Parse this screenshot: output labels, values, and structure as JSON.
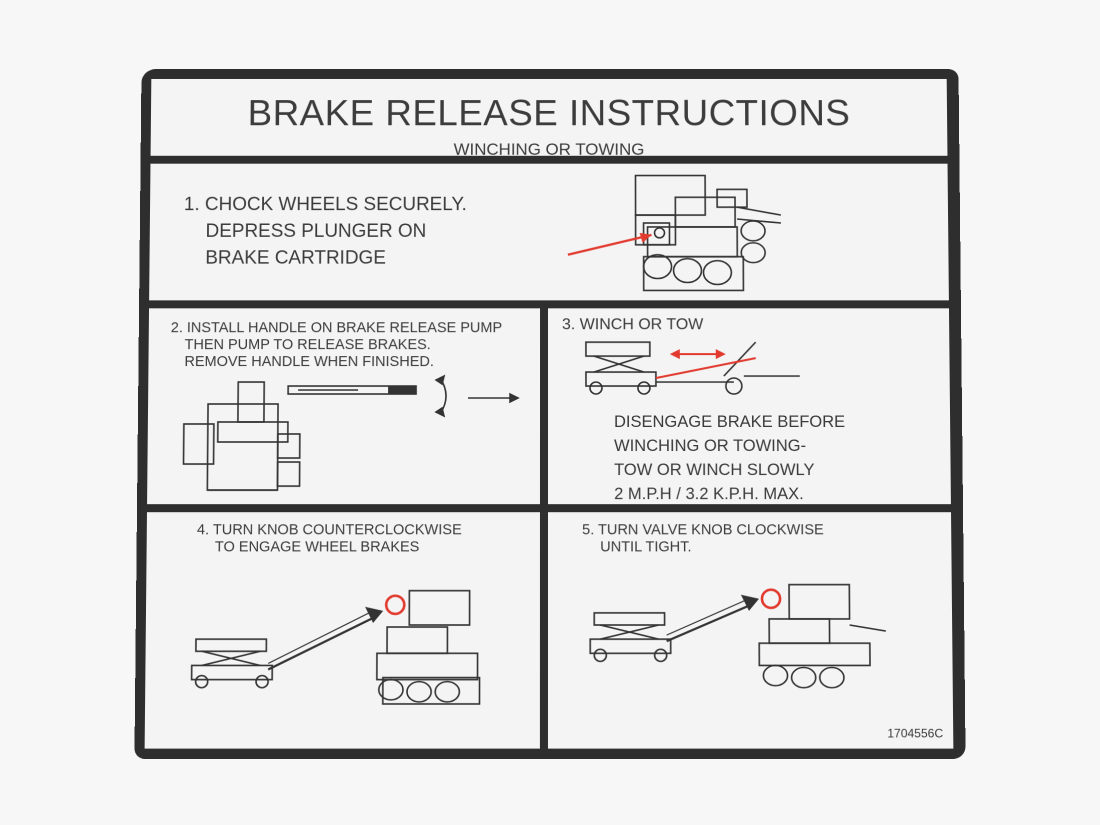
{
  "title": "BRAKE RELEASE INSTRUCTIONS",
  "subtitle": "WINCHING OR TOWING",
  "step1": {
    "lines": [
      "1. CHOCK WHEELS SECURELY.",
      "DEPRESS PLUNGER ON",
      "BRAKE CARTRIDGE"
    ],
    "icon": "brake-manifold-icon"
  },
  "step2": {
    "lines": [
      "2. INSTALL HANDLE ON BRAKE RELEASE PUMP",
      "THEN PUMP TO RELEASE BRAKES.",
      "REMOVE HANDLE WHEN FINISHED."
    ],
    "icon": "release-pump-icon"
  },
  "step3": {
    "heading": "3. WINCH OR TOW",
    "lines": [
      "DISENGAGE BRAKE BEFORE",
      "WINCHING OR TOWING-",
      "TOW OR WINCH SLOWLY",
      "2 M.P.H / 3.2 K.P.H. MAX."
    ],
    "icon": "scissor-lift-winch-icon"
  },
  "step4": {
    "lines": [
      "4. TURN KNOB COUNTERCLOCKWISE",
      "TO ENGAGE WHEEL BRAKES"
    ],
    "icon": "knob-counterclockwise-icon"
  },
  "step5": {
    "lines": [
      "5. TURN VALVE KNOB CLOCKWISE",
      "UNTIL TIGHT."
    ],
    "icon": "knob-clockwise-icon"
  },
  "part_number": "1704556C",
  "colors": {
    "border": "#2e2e2e",
    "panel": "#f4f4f4",
    "text": "#3a3a3a",
    "accent": "#e23a2e"
  }
}
